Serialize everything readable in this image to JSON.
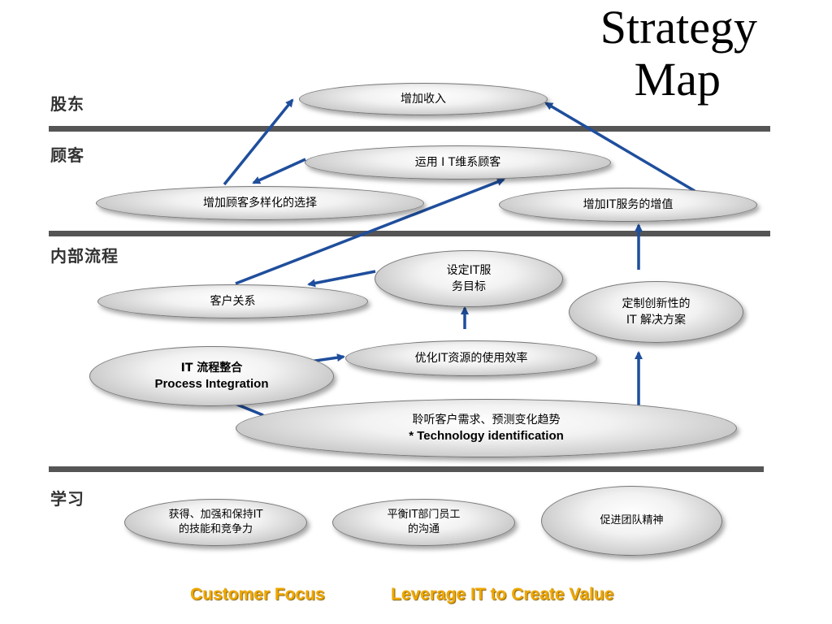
{
  "title": {
    "line1": "Strategy",
    "line2": "Map"
  },
  "perspectives": {
    "shareholder": "股东",
    "customer": "顾客",
    "internal": "内部流程",
    "learning": "学习"
  },
  "nodes": {
    "increase_revenue": "增加收入",
    "use_it_maintain": "运用 I T维系顾客",
    "increase_choices": "增加顾客多样化的选择",
    "increase_it_value": "增加IT服务的增值",
    "it_service_goals": {
      "line1": "设定IT服",
      "line2": "务目标"
    },
    "customer_relations": "客户关系",
    "custom_solutions": {
      "line1": "定制创新性的",
      "line2": "IT 解决方案"
    },
    "optimize_it": "优化IT资源的使用效率",
    "process_integration": {
      "line1": "IT 流程整合",
      "line2": "Process Integration"
    },
    "listen_customers": {
      "line1": "聆听客户需求、预测变化趋势",
      "line2": "* Technology identification"
    },
    "skills": {
      "line1": "获得、加强和保持IT",
      "line2": "的技能和竞争力"
    },
    "communication": {
      "line1": "平衡IT部门员工",
      "line2": "的沟通"
    },
    "team_spirit": "促进团队精神"
  },
  "footer": {
    "left": "Customer Focus",
    "right": "Leverage IT to Create Value"
  },
  "colors": {
    "arrow": "#1f4e9c",
    "divider": "#555555",
    "footer_text": "#f0a800"
  }
}
